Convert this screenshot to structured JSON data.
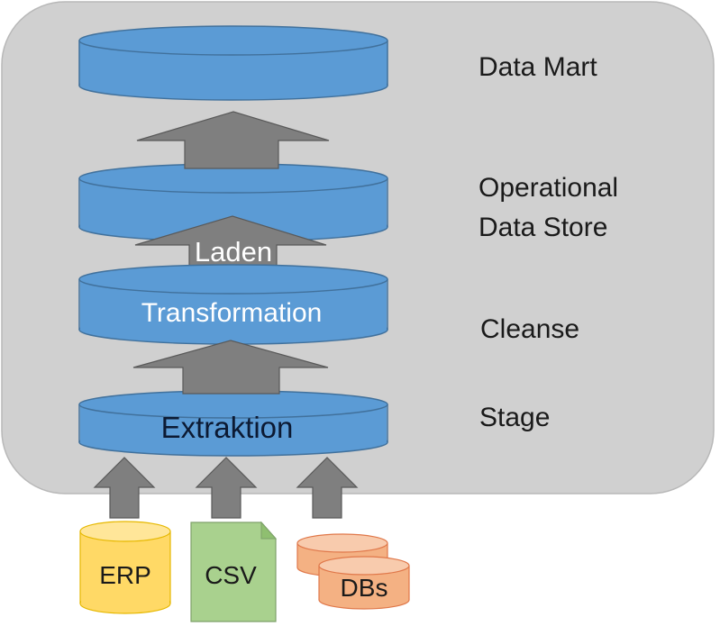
{
  "layers": {
    "data_mart": "Data Mart",
    "ods_line1": "Operational",
    "ods_line2": "Data Store",
    "cleanse": "Cleanse",
    "stage": "Stage"
  },
  "steps": {
    "load": "Laden",
    "transform": "Transformation",
    "extract": "Extraktion"
  },
  "sources": {
    "erp": "ERP",
    "csv": "CSV",
    "dbs": "DBs"
  },
  "colors": {
    "panel": "#d0d0d0",
    "cylinder": "#5b9bd5",
    "arrow": "#7f7f7f",
    "erp": "#ffd966",
    "csv": "#a9d18e",
    "dbs": "#f4b183"
  }
}
